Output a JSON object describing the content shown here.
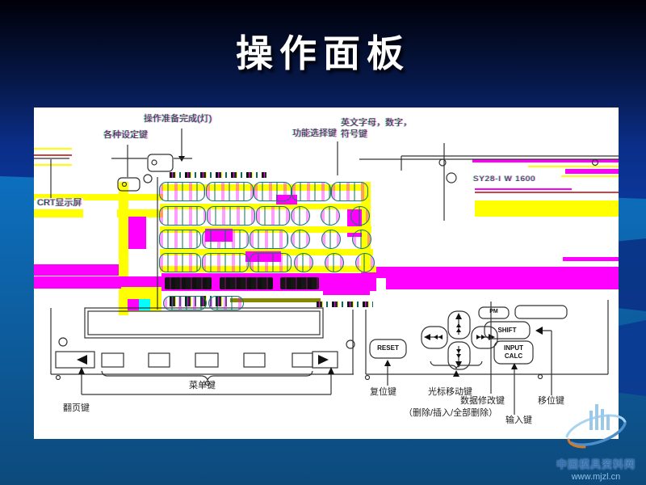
{
  "slide": {
    "title": "操作面板"
  },
  "watermark": {
    "site_name": "中国模具资料网",
    "site_url": "www.mjzl.cn"
  },
  "figure": {
    "labels": {
      "ready_lamp": "操作准备完成(灯)",
      "setting_keys": "各种设定键",
      "function_keys": "功能选择键",
      "alpha_keys_line1": "英文字母，数字，",
      "alpha_keys_line2": "符号键",
      "crt": "CRT显示屏",
      "model": "SY28-I W 1600",
      "menu_keys": "菜单键",
      "page_keys": "翻页键",
      "reset_key": "复位键",
      "cursor_keys": "光标移动键",
      "data_edit_keys": "数据修改键",
      "data_edit_detail": "（删除/插入/全部删除）",
      "input_key": "输入键",
      "shift_key": "移位键"
    },
    "buttons": {
      "reset": "RESET",
      "shift": "SHIFT",
      "input_line1": "INPUT",
      "input_line2": "CALC",
      "pm": "PM"
    },
    "glitch_colors": {
      "magenta": "#ff00ff",
      "yellow": "#ffff00",
      "cyan": "#00ffff"
    },
    "glitch_blocks": [
      [
        0,
        107,
        160,
        8,
        "#ffff00"
      ],
      [
        0,
        126,
        61,
        10,
        "#ffff00"
      ],
      [
        103,
        126,
        57,
        10,
        "#ffff00"
      ],
      [
        105,
        92,
        12,
        165,
        "#ffff00"
      ],
      [
        117,
        135,
        22,
        40,
        "#ff00ff"
      ],
      [
        0,
        194,
        105,
        14,
        "#ff00ff"
      ],
      [
        0,
        209,
        160,
        15,
        "#ff00ff"
      ],
      [
        108,
        222,
        50,
        30,
        "#ffff00"
      ],
      [
        116,
        237,
        14,
        14,
        "#ff00ff"
      ],
      [
        130,
        237,
        14,
        14,
        "#00ffff"
      ],
      [
        0,
        50,
        47,
        2,
        "#ffff00"
      ],
      [
        0,
        58,
        47,
        2,
        "#cc4444"
      ],
      [
        0,
        70,
        47,
        2,
        "#ffff00"
      ],
      [
        543,
        64,
        181,
        4,
        "#ff00ff"
      ],
      [
        658,
        76,
        66,
        6,
        "#ff00ff"
      ],
      [
        612,
        72,
        112,
        2,
        "#ffff00"
      ],
      [
        653,
        84,
        71,
        2,
        "#ffff00"
      ],
      [
        546,
        100,
        120,
        2,
        "#ff00ff"
      ],
      [
        546,
        104,
        178,
        2,
        "#cc4444"
      ],
      [
        546,
        115,
        178,
        20,
        "#ffff00"
      ],
      [
        405,
        92,
        12,
        105,
        "#ffff00"
      ],
      [
        388,
        125,
        18,
        35,
        "#ff00ff"
      ],
      [
        655,
        185,
        69,
        5,
        "#ff00ff"
      ],
      [
        405,
        197,
        319,
        14,
        "#ff00ff"
      ],
      [
        436,
        211,
        288,
        14,
        "#ff00ff"
      ],
      [
        158,
        95,
        252,
        8,
        "#ffff00"
      ],
      [
        156,
        119,
        258,
        7,
        "#ffff00"
      ],
      [
        156,
        147,
        262,
        8,
        "#ffff00"
      ],
      [
        156,
        175,
        264,
        8,
        "#ffff00"
      ],
      [
        156,
        196,
        268,
        8,
        "#ffff00"
      ],
      [
        158,
        205,
        266,
        22,
        "#ff00ff"
      ],
      [
        212,
        150,
        34,
        16,
        "#ff00ff"
      ],
      [
        262,
        178,
        44,
        13,
        "#ff00ff"
      ],
      [
        300,
        108,
        26,
        12,
        "#ff00ff"
      ],
      [
        358,
        222,
        58,
        10,
        "#ff00ff"
      ],
      [
        243,
        236,
        112,
        5,
        "#888800"
      ],
      [
        168,
        80,
        120,
        7,
        "n"
      ],
      [
        168,
        233,
        72,
        13,
        "n"
      ],
      [
        350,
        240,
        70,
        7,
        "n"
      ]
    ],
    "keypad": [
      [
        "r",
        155,
        92,
        55,
        22
      ],
      [
        "r",
        213,
        92,
        57,
        22
      ],
      [
        "r",
        272,
        92,
        45,
        22
      ],
      [
        "r",
        319,
        92,
        47,
        22
      ],
      [
        "r",
        368,
        92,
        44,
        22
      ],
      [
        "r",
        155,
        122,
        56,
        22
      ],
      [
        "r",
        214,
        122,
        58,
        22
      ],
      [
        "r",
        275,
        122,
        40,
        22
      ],
      [
        "c",
        318,
        122,
        22,
        22
      ],
      [
        "c",
        355,
        122,
        22,
        22
      ],
      [
        "c",
        392,
        122,
        22,
        22
      ],
      [
        "r",
        155,
        151,
        50,
        22
      ],
      [
        "r",
        208,
        151,
        56,
        22
      ],
      [
        "r",
        267,
        151,
        46,
        22
      ],
      [
        "c",
        318,
        151,
        22,
        22
      ],
      [
        "c",
        356,
        151,
        22,
        22
      ],
      [
        "c",
        394,
        151,
        22,
        22
      ],
      [
        "r",
        155,
        180,
        50,
        22
      ],
      [
        "r",
        208,
        180,
        56,
        22
      ],
      [
        "r",
        267,
        180,
        50,
        22
      ],
      [
        "c",
        322,
        180,
        22,
        22
      ],
      [
        "c",
        360,
        180,
        22,
        22
      ],
      [
        "c",
        398,
        180,
        22,
        22
      ],
      [
        "k",
        162,
        210,
        58,
        15
      ],
      [
        "k",
        230,
        210,
        66,
        15
      ],
      [
        "k",
        305,
        210,
        48,
        15
      ],
      [
        "r",
        160,
        233,
        52,
        16
      ],
      [
        "r",
        216,
        233,
        42,
        16
      ]
    ]
  }
}
